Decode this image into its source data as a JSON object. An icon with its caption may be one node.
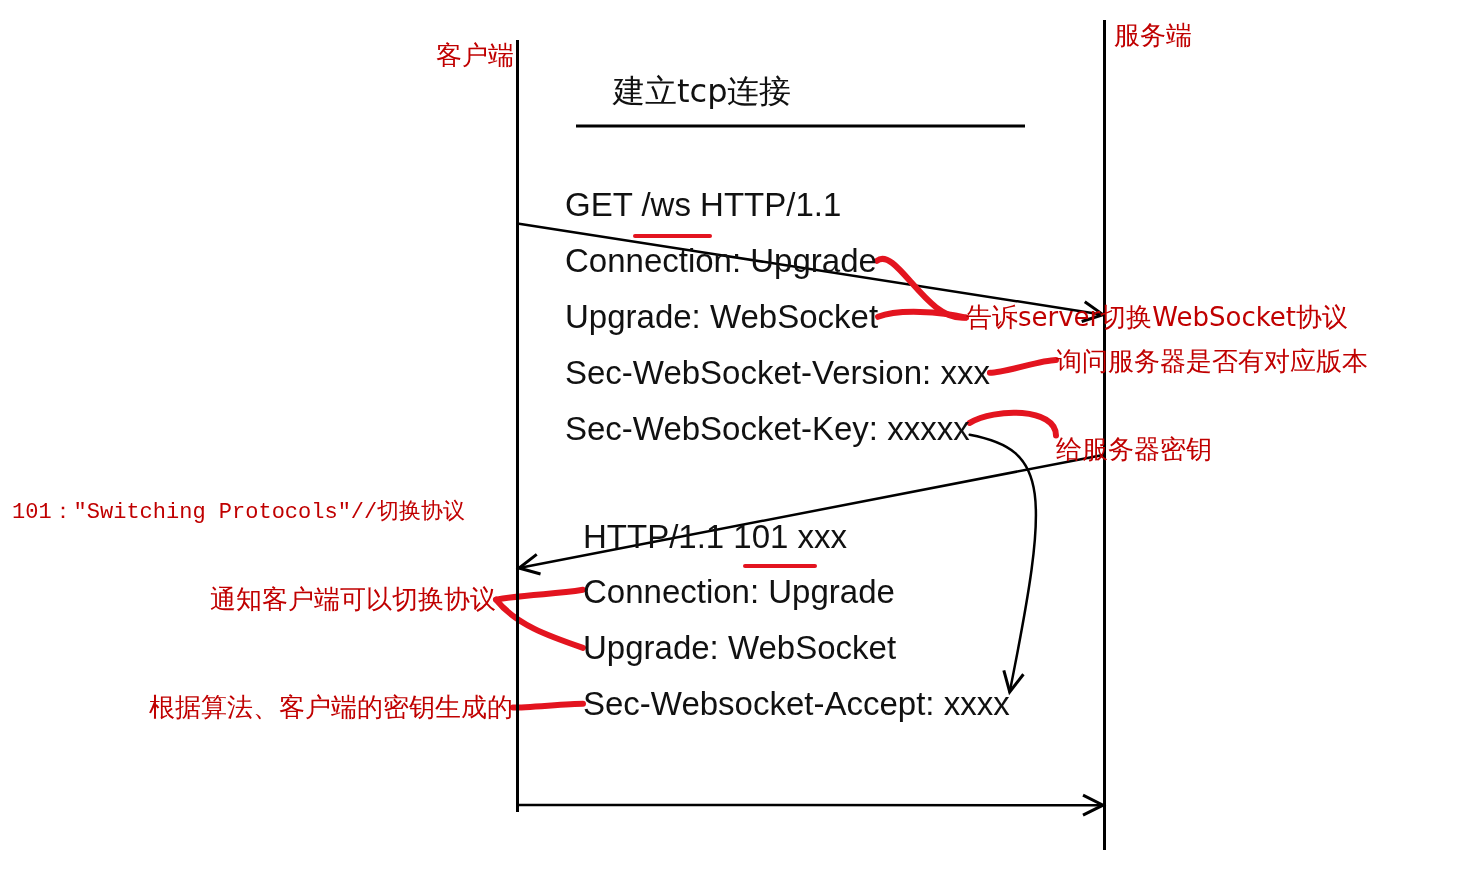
{
  "diagram": {
    "nodes": [
      {
        "text": [
          "客户端"
        ]
      },
      {
        "text": [
          "服务端"
        ]
      },
      {
        "text": [
          "GET /ws HTTP/1.1"
        ]
      },
      {
        "text": [
          "Connection: Upgrade"
        ]
      },
      {
        "text": [
          "Upgrade: WebSocket"
        ]
      },
      {
        "text": [
          "Sec-WebSocket-Version: xxx"
        ]
      },
      {
        "text": [
          "Sec-WebSocket-Key: xxxxx"
        ]
      },
      {
        "text": [
          "HTTP/1.1 101 xxx"
        ]
      },
      {
        "text": [
          "Connection: Upgrade"
        ]
      },
      {
        "text": [
          "Upgrade: WebSocket"
        ]
      },
      {
        "text": [
          "Sec-Websocket-Accept: xxxx"
        ]
      },
      {
        "text": [
          "告诉server切换WebSocket协议"
        ]
      },
      {
        "text": [
          "询问服务器是否有对应版本"
        ]
      },
      {
        "text": [
          "给服务器密钥"
        ]
      },
      {
        "text": [
          "通知客户端可以切换协议"
        ]
      },
      {
        "text": [
          "根据算法、客户端的密钥生成的"
        ]
      }
    ],
    "edges": [
      {
        "from": 0,
        "to": 1,
        "arrow": "to",
        "color": "#000000"
      },
      {
        "from": 1,
        "to": 0,
        "arrow": "to",
        "color": "#000000"
      },
      {
        "from": 0,
        "to": 1,
        "arrow": "to",
        "color": "#000000"
      },
      {
        "from": 11,
        "to": 3,
        "arrow": "none",
        "color": "#e3141f"
      },
      {
        "from": 11,
        "to": 4,
        "arrow": "none",
        "color": "#e3141f"
      },
      {
        "from": 12,
        "to": 5,
        "arrow": "none",
        "color": "#e3141f"
      },
      {
        "from": 13,
        "to": 6,
        "arrow": "none",
        "color": "#e3141f"
      },
      {
        "from": 14,
        "to": 8,
        "arrow": "none",
        "color": "#e3141f"
      },
      {
        "from": 14,
        "to": 9,
        "arrow": "none",
        "color": "#e3141f"
      },
      {
        "from": 15,
        "to": 10,
        "arrow": "none",
        "color": "#e3141f"
      },
      {
        "from": 6,
        "to": 10,
        "arrow": "to",
        "color": "#000000"
      }
    ],
    "labels": [
      "建立tcp连接",
      "101：\"Switching Protocols\"//切换协议"
    ]
  }
}
